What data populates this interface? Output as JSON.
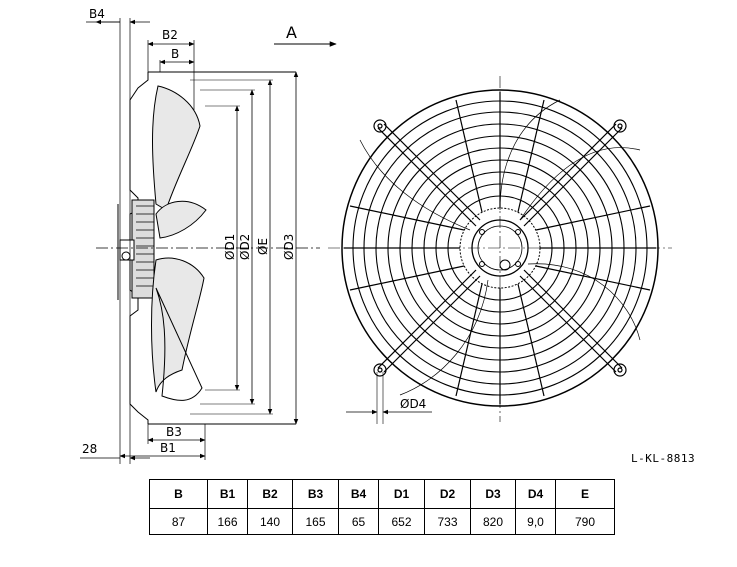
{
  "view_arrow_label": "A",
  "dimension_labels": {
    "B4": "B4",
    "B2": "B2",
    "B": "B",
    "B3": "B3",
    "B1": "B1",
    "offset": "28",
    "D1": "ØD1",
    "D2": "ØD2",
    "E": "ØE",
    "D3": "ØD3",
    "D4": "ØD4"
  },
  "drawing_code": "L-KL-8813",
  "table": {
    "headers": [
      "B",
      "B1",
      "B2",
      "B3",
      "B4",
      "D1",
      "D2",
      "D3",
      "D4",
      "E"
    ],
    "values": [
      "87",
      "166",
      "140",
      "165",
      "65",
      "652",
      "733",
      "820",
      "9,0",
      "790"
    ]
  }
}
